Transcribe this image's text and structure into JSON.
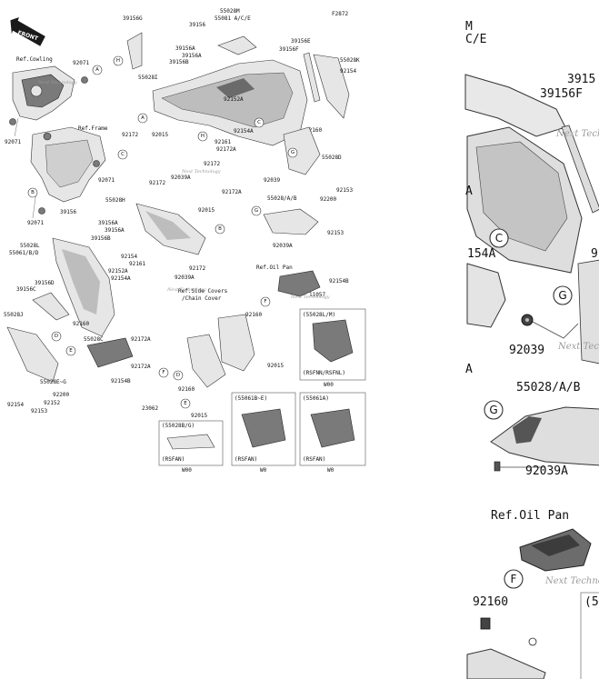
{
  "figure_code": "F2872",
  "front_label": "FRONT",
  "ref_labels": {
    "cowling": "Ref.Cowling",
    "frame": "Ref.Frame",
    "oil_pan": "Ref.Oil Pan",
    "side_covers_1": "Ref.Side Covers",
    "side_covers_2": "/Chain Cover"
  },
  "part_numbers": {
    "p39156G": "39156G",
    "p39156": "39156",
    "p55028M": "55028M",
    "p55081": "55081 A/C/E",
    "p39156E": "39156E",
    "p39156F": "39156F",
    "p55028K": "55028K",
    "p92154": "92154",
    "p39156A": "39156A",
    "p39156B": "39156B",
    "p92071": "92071",
    "p55028I": "55028I",
    "p92152A": "92152A",
    "p92172": "92172",
    "p92015": "92015",
    "p92154A": "92154A",
    "p92160": "92160",
    "p92161": "92161",
    "p92172A": "92172A",
    "p55028D": "55028D",
    "p92039": "92039",
    "p92039A": "92039A",
    "p55028H": "55028H",
    "p55028AB": "55028/A/B",
    "p92200": "92200",
    "p92153": "92153",
    "p55028L": "55028L",
    "p55061": "55061/B/D",
    "p39156D": "39156D",
    "p39156C": "39156C",
    "p92152": "92152",
    "p92154B": "92154B",
    "p11057": "11057",
    "p55028J": "55028J",
    "p55028C": "55028C",
    "p55028EG": "55028E~G",
    "p23062": "23062",
    "p55028BG": "(55028B/G)",
    "p55061BE": "(55061B~E)",
    "p55061A": "(55061A)",
    "p55028LM": "(55028L/M)"
  },
  "callouts": [
    "A",
    "B",
    "C",
    "D",
    "E",
    "F",
    "G",
    "H"
  ],
  "variant_boxes": {
    "lm_caption": "(RSFNN/RSFNL)",
    "lm_code": "W00",
    "bg_caption": "(RSFAN)",
    "bg_code": "W00",
    "be_caption": "(RSFAN)",
    "be_code": "W0",
    "a_caption": "(RSFAN)",
    "a_code": "W0"
  },
  "watermark": "Next Technology",
  "zoom": {
    "top1": "M",
    "top2": "C/E",
    "p39156_partial": "3915",
    "p39156F": "39156F",
    "A_partial": "A",
    "p154A_partial": "154A",
    "nine_partial": "9",
    "p92039": "92039",
    "p55028AB": "55028/A/B",
    "p92039A": "92039A",
    "oil_pan": "Ref.Oil Pan",
    "p92160": "92160",
    "box_partial": "(55"
  }
}
